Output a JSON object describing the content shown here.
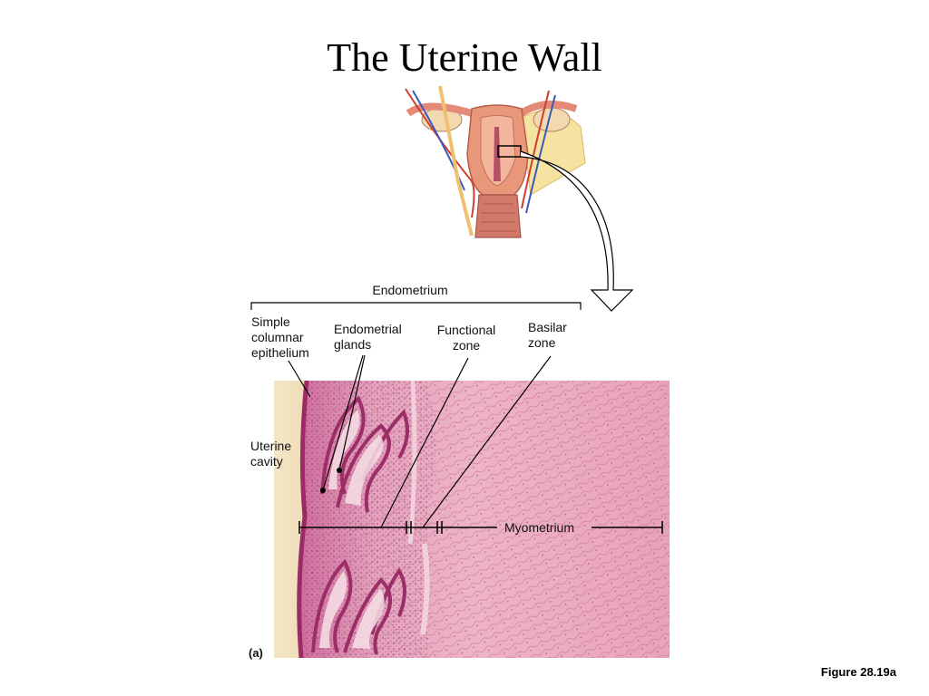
{
  "title": "The Uterine Wall",
  "labels": {
    "endometrium": "Endometrium",
    "simple_columnar_epithelium": "Simple\ncolumnar\nepithelium",
    "endometrial_glands": "Endometrial\nglands",
    "functional_zone": "Functional\nzone",
    "basilar_zone": "Basilar\nzone",
    "uterine_cavity": "Uterine\ncavity",
    "myometrium": "Myometrium",
    "panel": "(a)"
  },
  "caption": "Figure 28.19a",
  "colors": {
    "tissue_pink": "#e8a9c0",
    "tissue_dark": "#b03a78",
    "uterus_flesh": "#e8977a",
    "ovary_yellow": "#f5e0a0"
  }
}
